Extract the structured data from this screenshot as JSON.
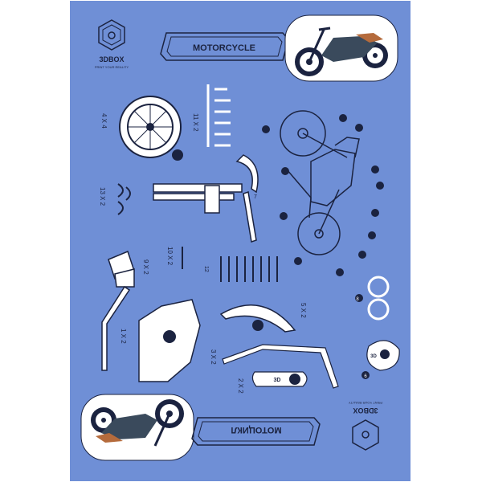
{
  "brand": {
    "name": "3DBOX",
    "tagline": "PRINT YOUR REALITY"
  },
  "title": {
    "top": "MOTORCYCLE",
    "bottom": "МОТОЦИКЛ"
  },
  "labels": {
    "wheel_qty": "4  X 4",
    "bars_qty": "11  X 2",
    "springs_qty": "13  X 2",
    "bracket_qty": "9  X 2",
    "piece10_qty": "10  X 2",
    "piece12": "12",
    "piece7": "7",
    "fender_qty": "5  X 2",
    "exhaust_qty": "1  X 2",
    "rod_qty": "3  X 2",
    "seat_qty": "2  X 2",
    "token_3d": "3D",
    "token_6": "6",
    "token_8": "8"
  },
  "colors": {
    "sheet": "#6f8fd6",
    "ink": "#1b2340",
    "part_fill": "#ffffff"
  }
}
